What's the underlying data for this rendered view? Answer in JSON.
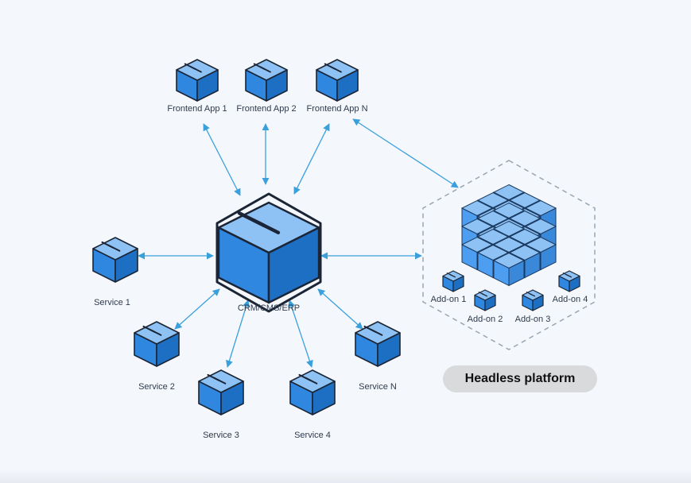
{
  "frontend_apps": [
    {
      "label": "Frontend App 1"
    },
    {
      "label": "Frontend App 2"
    },
    {
      "label": "Frontend App N"
    }
  ],
  "core": {
    "label": "CRM/CMS/ERP"
  },
  "services": [
    {
      "label": "Service 1"
    },
    {
      "label": "Service 2"
    },
    {
      "label": "Service 3"
    },
    {
      "label": "Service 4"
    },
    {
      "label": "Service N"
    }
  ],
  "addons": [
    {
      "label": "Add-on 1"
    },
    {
      "label": "Add-on 2"
    },
    {
      "label": "Add-on 3"
    },
    {
      "label": "Add-on 4"
    }
  ],
  "platform_badge": "Headless platform",
  "colors": {
    "box_top": "#8ec2f4",
    "box_left": "#2f87e0",
    "box_right": "#1d6fc4",
    "outline": "#1b2536",
    "arrow": "#3aa0dc",
    "hexagon_dash": "#9aa6b2"
  }
}
